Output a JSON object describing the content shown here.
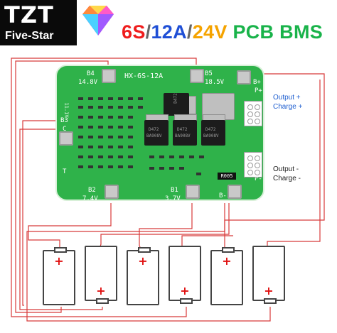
{
  "brand": {
    "name": "TZT",
    "tagline": "Five-Star"
  },
  "title": {
    "part1": "6S",
    "sep1": "/",
    "part2": "12A",
    "sep2": "/",
    "part3": "24V",
    "part4": "PCB BMS"
  },
  "board": {
    "model": "HX-6S-12A",
    "b4": "B4",
    "b4_v": "14.8V",
    "b5": "B5",
    "b5_v": "18.5V",
    "b3": "B3",
    "b3_v": "11.1V",
    "b2": "B2",
    "b2_v": "7.4V",
    "b1": "B1",
    "b1_v": "3.7V",
    "b_minus": "B-",
    "b_plus": "B+",
    "p_plus": "P+",
    "p_minus": "P-",
    "c_label": "C",
    "t_label": "T",
    "resistor": "R005",
    "mosfet_top": "D472",
    "mosfet_1_line1": "D472",
    "mosfet_1_line2": "BA908V",
    "mosfet_2_line1": "D472",
    "mosfet_2_line2": "BA908V",
    "mosfet_3_line1": "D472",
    "mosfet_3_line2": "BA908V"
  },
  "labels": {
    "output_plus": "Output +",
    "charge_plus": "Charge +",
    "output_minus": "Output -",
    "charge_minus": "Charge -"
  },
  "cells": [
    {
      "plus": "+",
      "orientation": "plus-top"
    },
    {
      "plus": "+",
      "orientation": "plus-bottom"
    },
    {
      "plus": "+",
      "orientation": "plus-top"
    },
    {
      "plus": "+",
      "orientation": "plus-bottom"
    },
    {
      "plus": "+",
      "orientation": "plus-top"
    },
    {
      "plus": "+",
      "orientation": "plus-bottom"
    }
  ],
  "colors": {
    "wire": "#d83a3a",
    "pcb": "#2fb24a",
    "accent_red": "#ef1d1d",
    "accent_blue": "#1f4fd6",
    "accent_orange": "#f5a300",
    "accent_green": "#19b34a"
  }
}
